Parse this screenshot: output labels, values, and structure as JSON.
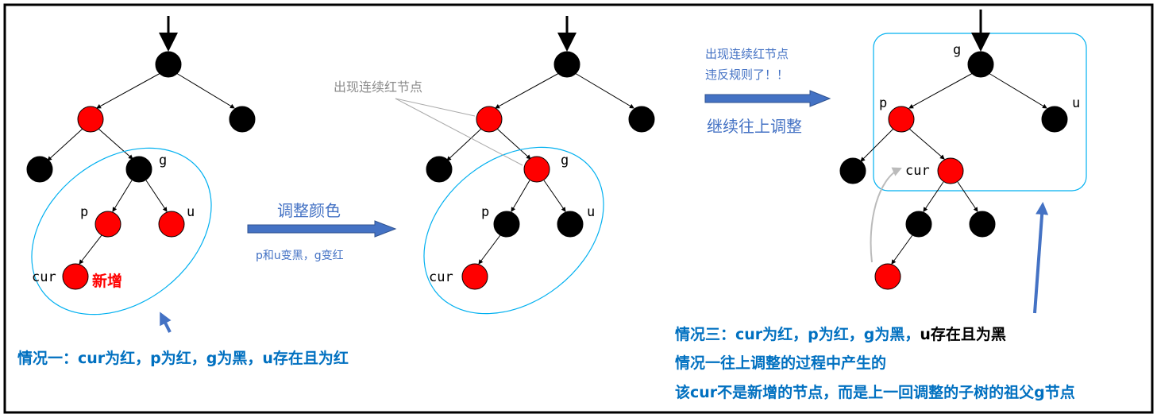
{
  "colors": {
    "red": "#FF0000",
    "black": "#000000",
    "blue_text": "#0070C0",
    "arrow_blue": "#4472C4",
    "ellipse": "#00B0F0"
  },
  "tree1": {
    "labels": {
      "g": "g",
      "p": "p",
      "u": "u",
      "cur": "cur"
    },
    "new_label": "新增"
  },
  "tree2": {
    "labels": {
      "g": "g",
      "p": "p",
      "u": "u",
      "cur": "cur"
    },
    "note": "出现连续红节点"
  },
  "tree3": {
    "labels": {
      "g": "g",
      "p": "p",
      "u": "u",
      "cur": "cur"
    }
  },
  "arrow1": {
    "title": "调整颜色",
    "subtitle": "p和u变黑，g变红"
  },
  "arrow2": {
    "line1": "出现连续红节点",
    "line2": "违反规则了！！",
    "title": "继续往上调整"
  },
  "case1": "情况一：cur为红，p为红，g为黑，u存在且为红",
  "case3": {
    "blue_part": "情况三：cur为红，p为红，g为黑，",
    "black_part": "u存在且为黑",
    "line2": "情况一往上调整的过程中产生的",
    "line3": "该cur不是新增的节点，而是上一回调整的子树的祖父g节点"
  }
}
